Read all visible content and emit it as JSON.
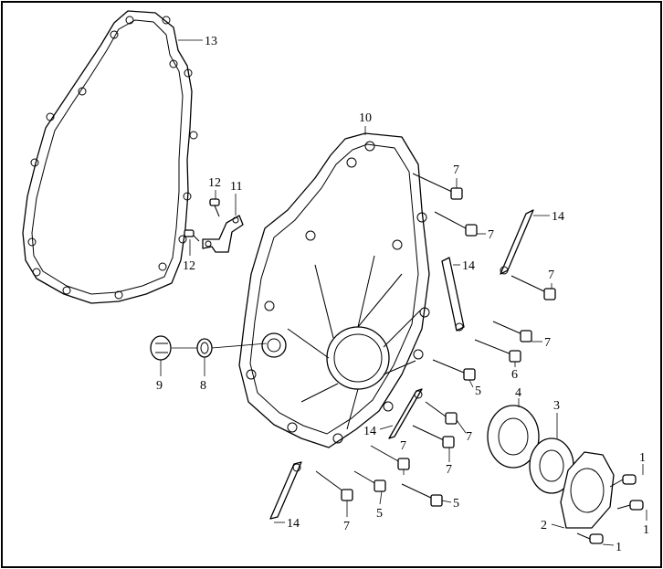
{
  "callouts": [
    {
      "id": "c-13",
      "text": "13"
    },
    {
      "id": "c-10",
      "text": "10"
    },
    {
      "id": "c-12a",
      "text": "12"
    },
    {
      "id": "c-11",
      "text": "11"
    },
    {
      "id": "c-12b",
      "text": "12"
    },
    {
      "id": "c-7a",
      "text": "7"
    },
    {
      "id": "c-7b",
      "text": "7"
    },
    {
      "id": "c-14a",
      "text": "14"
    },
    {
      "id": "c-14b",
      "text": "14"
    },
    {
      "id": "c-7c",
      "text": "7"
    },
    {
      "id": "c-7d",
      "text": "7"
    },
    {
      "id": "c-6",
      "text": "6"
    },
    {
      "id": "c-5a",
      "text": "5"
    },
    {
      "id": "c-9",
      "text": "9"
    },
    {
      "id": "c-8",
      "text": "8"
    },
    {
      "id": "c-4",
      "text": "4"
    },
    {
      "id": "c-3",
      "text": "3"
    },
    {
      "id": "c-14c",
      "text": "14"
    },
    {
      "id": "c-7e",
      "text": "7"
    },
    {
      "id": "c-7f",
      "text": "7"
    },
    {
      "id": "c-7g",
      "text": "7"
    },
    {
      "id": "c-1a",
      "text": "1"
    },
    {
      "id": "c-1b",
      "text": "1"
    },
    {
      "id": "c-2",
      "text": "2"
    },
    {
      "id": "c-1c",
      "text": "1"
    },
    {
      "id": "c-5b",
      "text": "5"
    },
    {
      "id": "c-5c",
      "text": "5"
    },
    {
      "id": "c-7h",
      "text": "7"
    },
    {
      "id": "c-14d",
      "text": "14"
    }
  ]
}
